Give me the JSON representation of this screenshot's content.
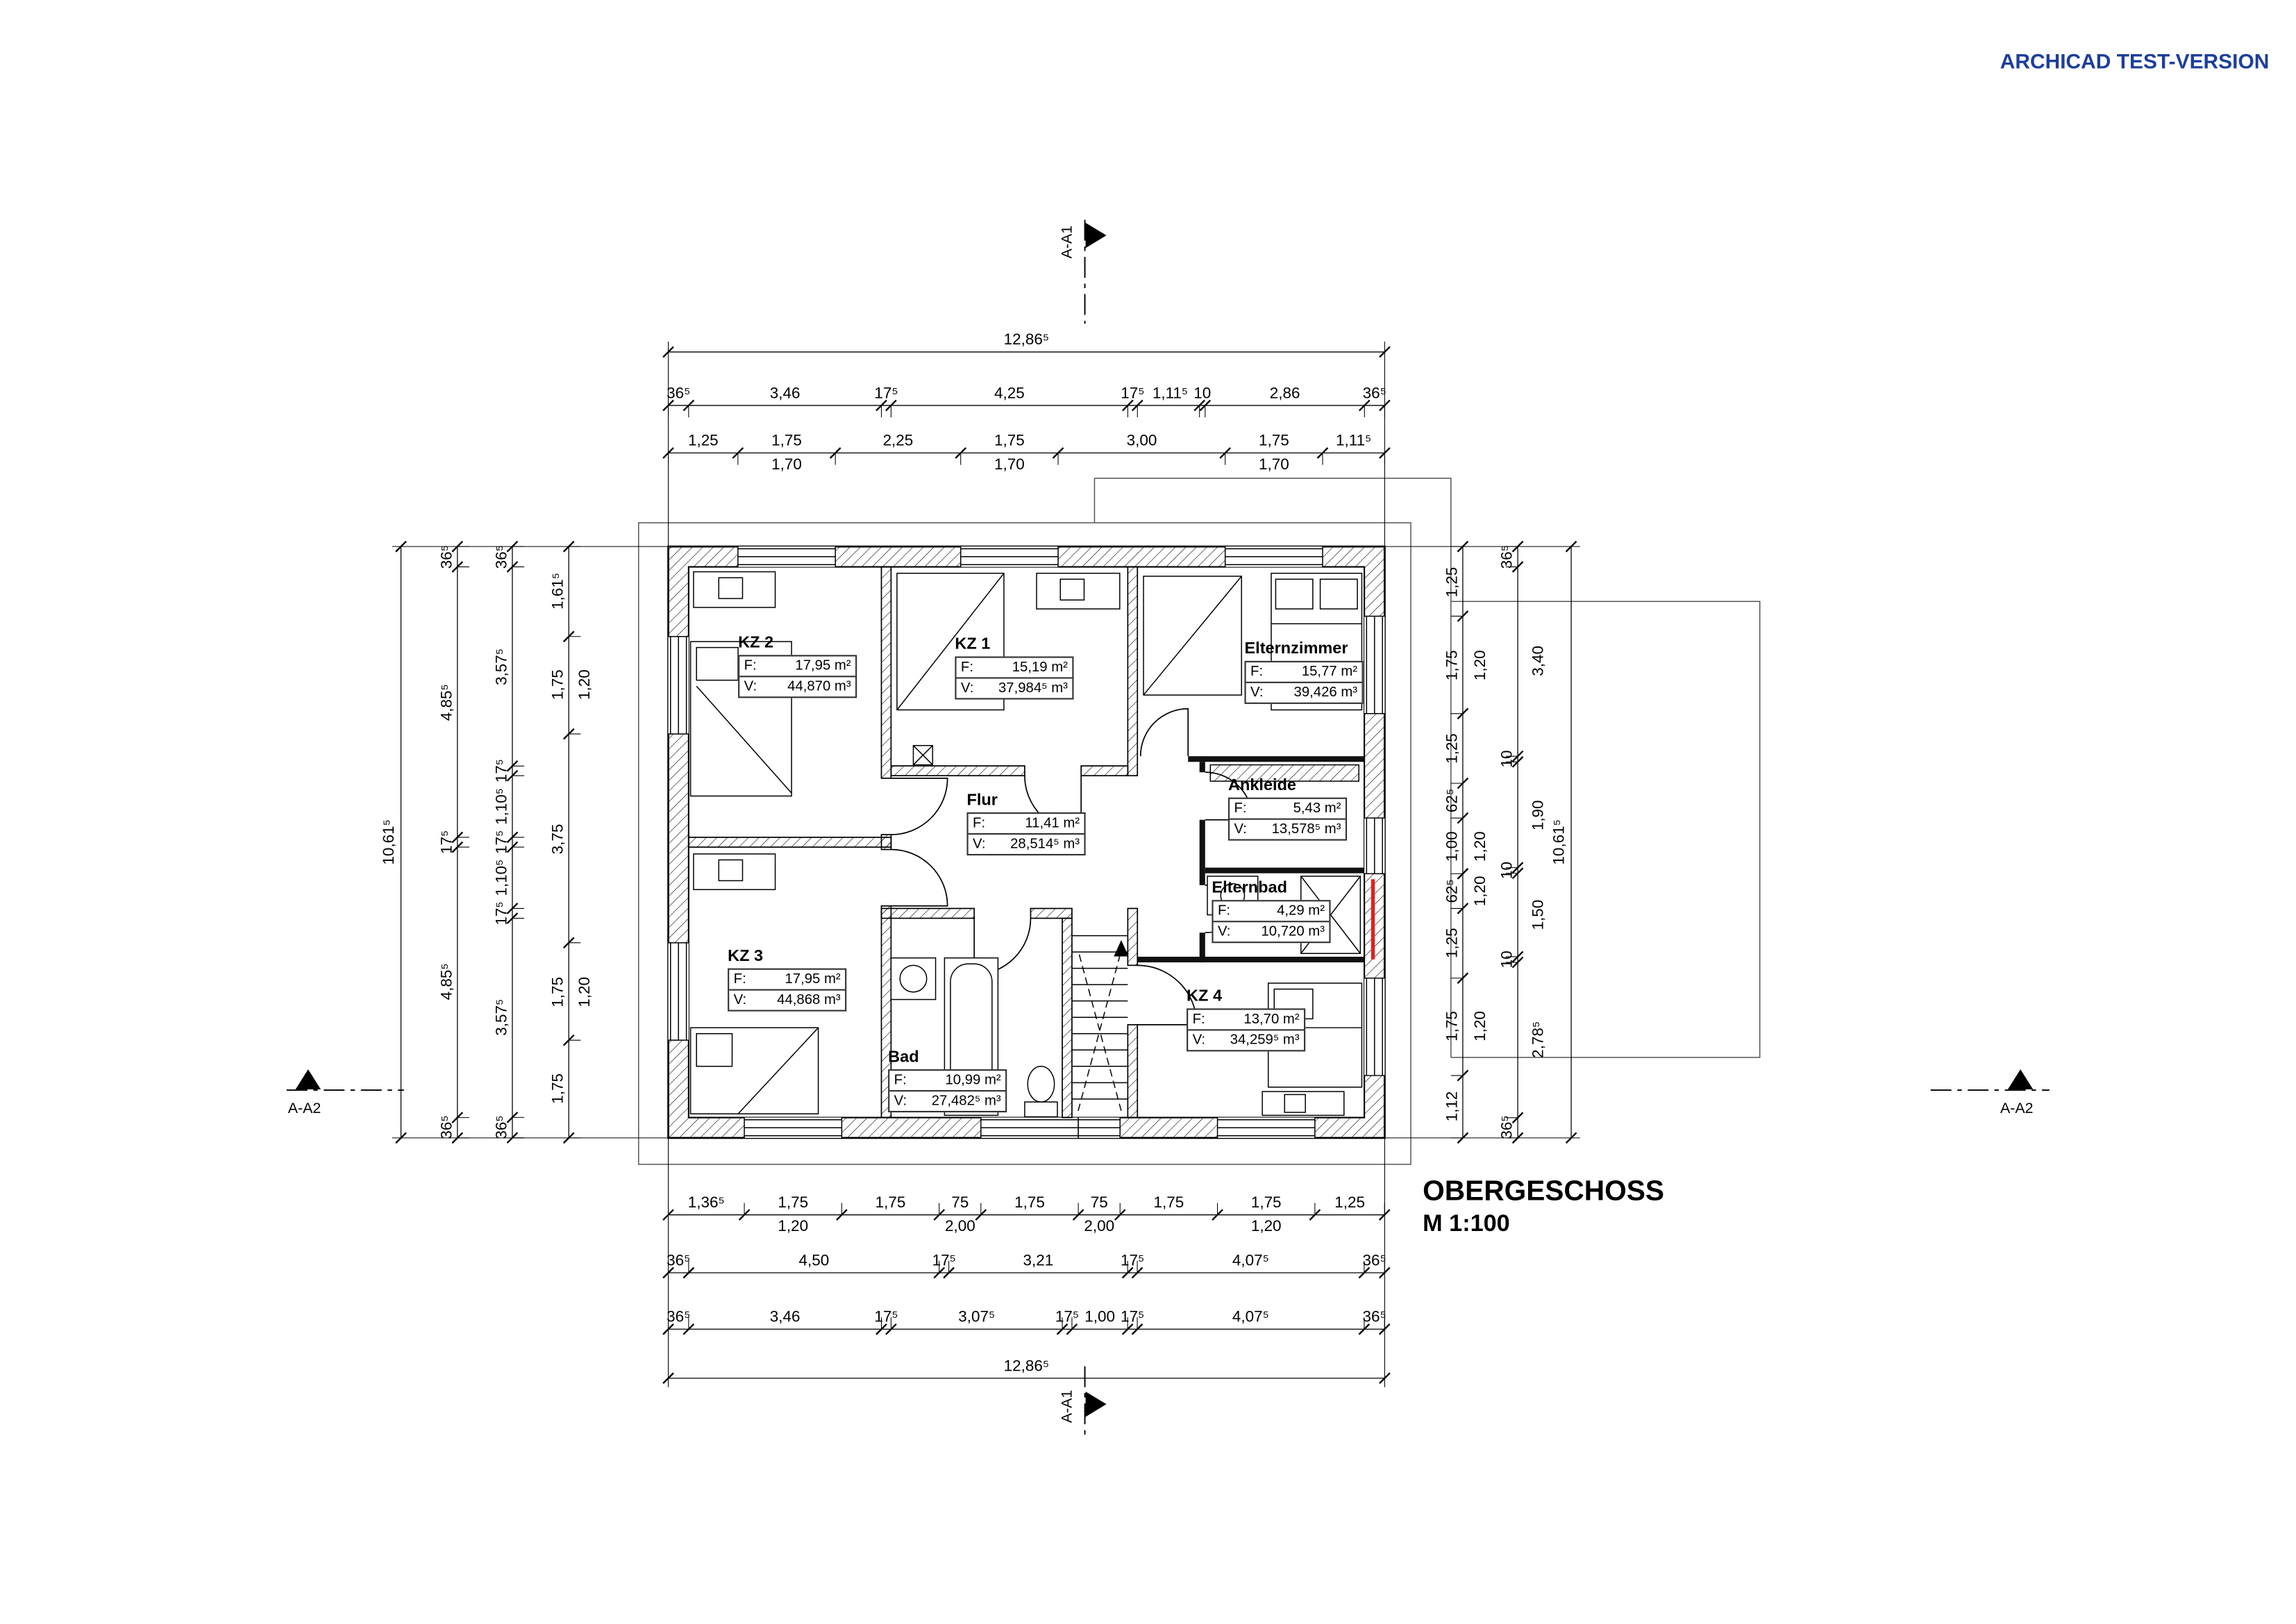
{
  "meta": {
    "watermark": "ARCHICAD TEST-VERSION",
    "title": "OBERGESCHOSS",
    "scale": "M 1:100"
  },
  "sections": {
    "a1": "A-A1",
    "a2": "A-A2"
  },
  "labels": {
    "f": "F:",
    "v": "V:"
  },
  "rooms": [
    {
      "name": "KZ 2",
      "area": "17,95 m²",
      "volume": "44,870 m³"
    },
    {
      "name": "KZ 1",
      "area": "15,19 m²",
      "volume": "37,984⁵ m³"
    },
    {
      "name": "Elternzimmer",
      "area": "15,77 m²",
      "volume": "39,426 m³"
    },
    {
      "name": "Flur",
      "area": "11,41 m²",
      "volume": "28,514⁵ m³"
    },
    {
      "name": "Ankleide",
      "area": "5,43 m²",
      "volume": "13,578⁵ m³"
    },
    {
      "name": "Elternbad",
      "area": "4,29 m²",
      "volume": "10,720 m³"
    },
    {
      "name": "KZ 3",
      "area": "17,95 m²",
      "volume": "44,868 m³"
    },
    {
      "name": "Bad",
      "area": "10,99 m²",
      "volume": "27,482⁵ m³"
    },
    {
      "name": "KZ 4",
      "area": "13,70 m²",
      "volume": "34,259⁵ m³"
    }
  ],
  "dims": {
    "top": {
      "overall": "12,86⁵",
      "chain1": [
        "36⁵",
        "3,46",
        "17⁵",
        "4,25",
        "17⁵",
        "1,11⁵",
        "10",
        "2,86",
        "36⁵"
      ],
      "chain2": [
        "1,25",
        "1,75",
        "2,25",
        "1,75",
        "3,00",
        "1,75",
        "1,11⁵"
      ],
      "chain2_sub": [
        "1,70",
        "1,70",
        "1,70"
      ]
    },
    "left": {
      "overall": "10,61⁵",
      "chain1": [
        "36⁵",
        "4,85⁵",
        "17⁵",
        "4,85⁵",
        "36⁵"
      ],
      "chain2": [
        "36⁵",
        "3,57⁵",
        "17⁵",
        "1,10⁵",
        "17⁵",
        "1,10⁵",
        "17⁵",
        "3,57⁵",
        "36⁵"
      ],
      "chain3": [
        "1,61⁵",
        "1,75",
        "3,75",
        "1,75",
        "1,75"
      ],
      "chain3_sub": [
        "1,20",
        "1,20"
      ]
    },
    "right": {
      "overall": "10,61⁵",
      "chain1": [
        "1,25",
        "1,75",
        "1,25",
        "62⁵",
        "1,00",
        "62⁵",
        "1,25",
        "1,75",
        "1,12"
      ],
      "chain1_sub": [
        "1,20",
        "1,20",
        "1,20",
        "1,20"
      ],
      "chain2": [
        "36⁵",
        "3,40",
        "10",
        "1,90",
        "10",
        "1,50",
        "10",
        "2,78⁵",
        "36⁵"
      ]
    },
    "bottom": {
      "overall": "12,86⁵",
      "chain1": [
        "1,36⁵",
        "1,75",
        "1,75",
        "75",
        "1,75",
        "75",
        "1,75",
        "1,75",
        "1,25"
      ],
      "chain1_sub": [
        "1,20",
        "2,00",
        "2,00",
        "1,20"
      ],
      "chain2": [
        "36⁵",
        "4,50",
        "17⁵",
        "3,21",
        "17⁵",
        "4,07⁵",
        "36⁵"
      ],
      "chain3": [
        "36⁵",
        "3,46",
        "17⁵",
        "3,07⁵",
        "17⁵",
        "1,00",
        "17⁵",
        "4,07⁵",
        "36⁵"
      ]
    }
  }
}
